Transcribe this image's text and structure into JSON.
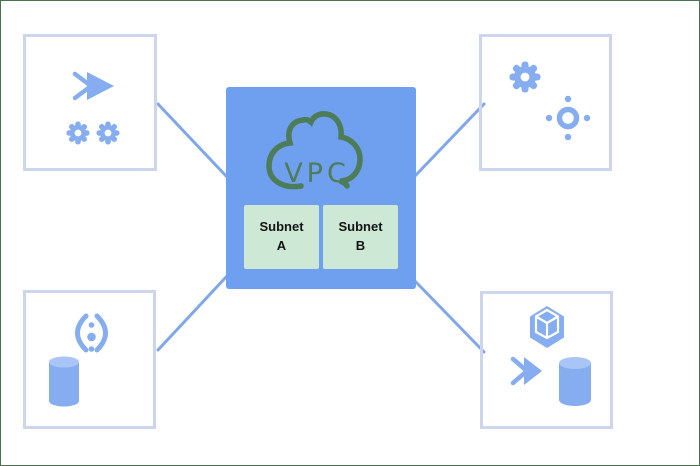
{
  "vpc": {
    "label": "VPC",
    "subnets": [
      {
        "line1": "Subnet",
        "line2": "A"
      },
      {
        "line1": "Subnet",
        "line2": "B"
      }
    ]
  },
  "nodes": {
    "top_left": {
      "icons": [
        "fast-forward-icon",
        "gear-icon",
        "gear-icon"
      ]
    },
    "top_right": {
      "icons": [
        "gear-icon",
        "target-icon"
      ]
    },
    "bottom_left": {
      "icons": [
        "endpoint-icon",
        "database-icon"
      ]
    },
    "bottom_right": {
      "icons": [
        "container-hexagon-icon",
        "fast-forward-icon",
        "database-icon"
      ]
    }
  },
  "connectors": [
    {
      "from": "node-top-left",
      "to": "vpc-container"
    },
    {
      "from": "node-top-right",
      "to": "vpc-container"
    },
    {
      "from": "node-bottom-left",
      "to": "vpc-container"
    },
    {
      "from": "node-bottom-right",
      "to": "vpc-container"
    }
  ],
  "colors": {
    "vpc_box_blue": "#6fa0ef",
    "icon_blue": "#85adef",
    "icon_blue_light": "#a9c5f5",
    "connector_blue": "#7fa7ea",
    "corner_border_lavender": "#cdd5ec",
    "cloud_green": "#4e7b58",
    "subnet_green": "#cde8d4",
    "outer_border_green": "#4a7150",
    "subnet_text": "#141414"
  }
}
